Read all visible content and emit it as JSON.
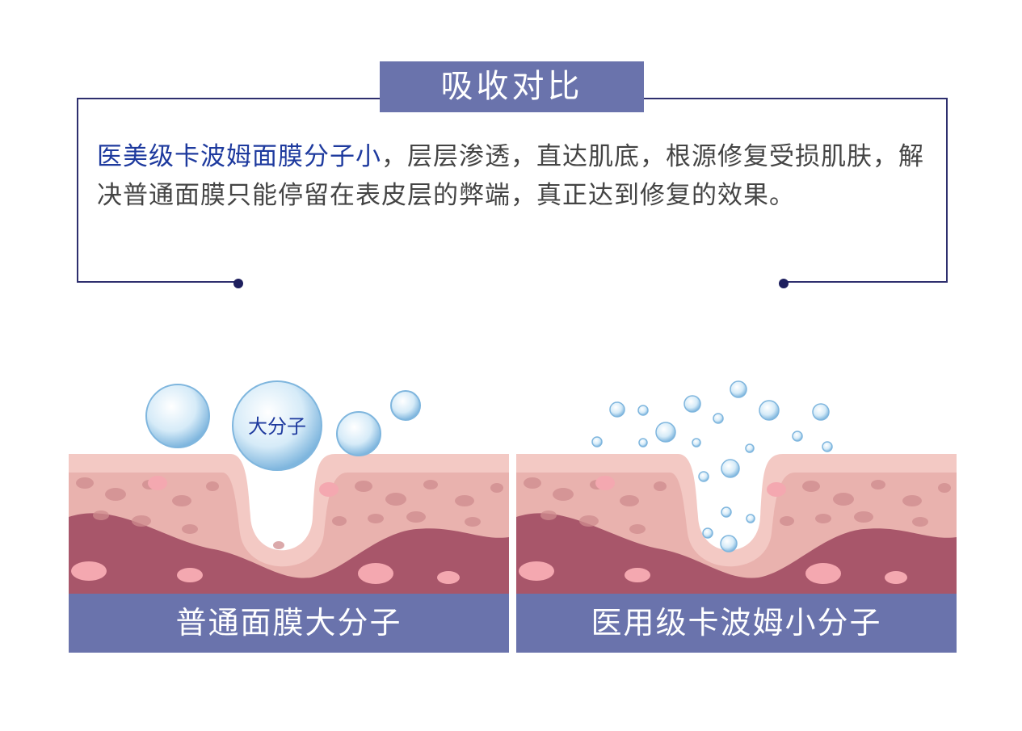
{
  "header": {
    "title": "吸收对比"
  },
  "description": {
    "highlight": "医美级卡波姆面膜分子小",
    "rest": "，层层渗透，直达肌底，根源修复受损肌肤，解决普通面膜只能停留在表皮层的弊端，真正达到修复的效果。"
  },
  "panels": [
    {
      "label": "普通面膜大分子",
      "bubble_label": "大分子"
    },
    {
      "label": "医用级卡波姆小分子"
    }
  ],
  "colors": {
    "accent": "#6a73ac",
    "frame": "#2e2f6e",
    "highlight_text": "#1e3a9e",
    "skin_top": "#f3c9c4",
    "skin_mid": "#e9b2ae",
    "skin_deep": "#a8566a"
  }
}
